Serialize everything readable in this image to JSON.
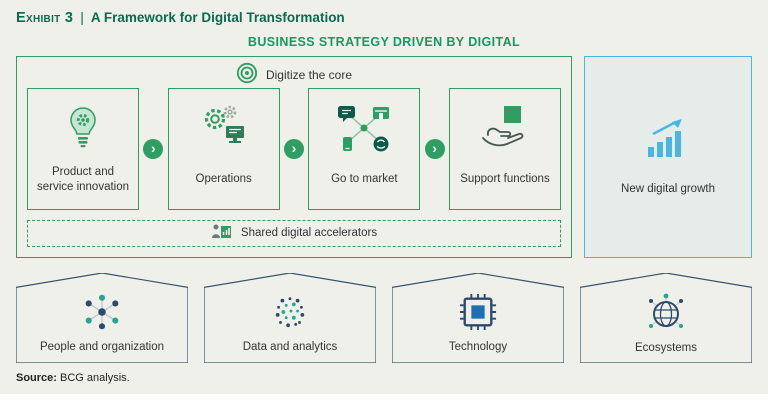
{
  "header": {
    "exhibit_label": "Exhibit 3",
    "separator": "|",
    "title": "A Framework for Digital Transformation"
  },
  "diagram": {
    "title": "BUSINESS STRATEGY DRIVEN BY DIGITAL",
    "core": {
      "label": "Digitize the core",
      "icon": "target-icon",
      "steps": [
        {
          "label": "Product and service innovation",
          "icon": "lightbulb-gear-icon"
        },
        {
          "label": "Operations",
          "icon": "gears-monitor-icon"
        },
        {
          "label": "Go to market",
          "icon": "connected-devices-icon"
        },
        {
          "label": "Support functions",
          "icon": "hand-box-icon"
        }
      ],
      "accelerators": {
        "label": "Shared digital accelerators",
        "icon": "person-chart-icon"
      }
    },
    "growth": {
      "label": "New digital growth",
      "icon": "bar-chart-arrow-icon"
    },
    "enablers": [
      {
        "label": "People and organization",
        "icon": "people-network-icon"
      },
      {
        "label": "Data and analytics",
        "icon": "data-dots-icon"
      },
      {
        "label": "Technology",
        "icon": "chip-icon"
      },
      {
        "label": "Ecosystems",
        "icon": "globe-network-icon"
      }
    ]
  },
  "footer": {
    "source_label": "Source:",
    "source_text": "BCG analysis."
  },
  "colors": {
    "header_teal": "#0a6a52",
    "green": "#2f9e63",
    "dark_green": "#0c5a49",
    "light_blue": "#4ab6e0",
    "navy": "#2d4a6e",
    "teal_accent": "#27a395",
    "background": "#f0f0ea"
  }
}
